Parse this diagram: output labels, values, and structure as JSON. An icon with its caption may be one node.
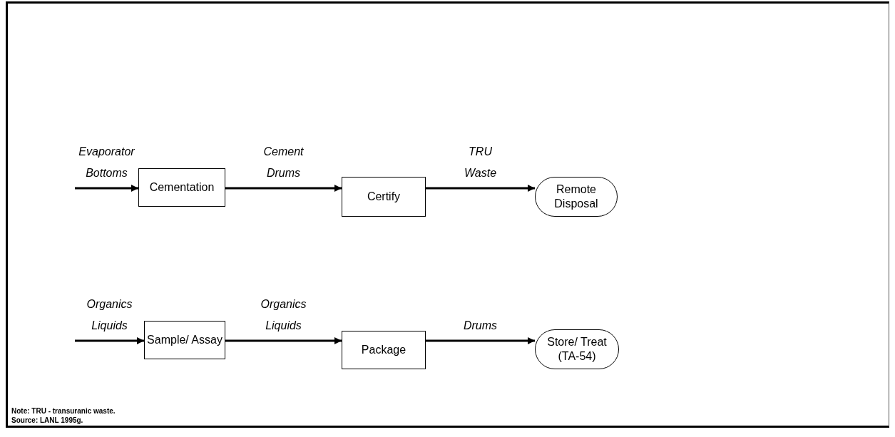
{
  "diagram": {
    "nodes": [
      {
        "text": [
          "Cementation"
        ]
      },
      {
        "text": [
          "Certify"
        ]
      },
      {
        "text": [
          "Remote Disposal"
        ]
      },
      {
        "text": [
          "Sample/ Assay"
        ]
      },
      {
        "text": [
          "Package"
        ]
      },
      {
        "text": [
          "Store/ Treat (TA-54)"
        ]
      }
    ],
    "edges": [
      {
        "from": null,
        "to": 0,
        "arrow": "to",
        "label": "Evaporator Bottoms"
      },
      {
        "from": 0,
        "to": 1,
        "arrow": "to",
        "label": "Cement Drums"
      },
      {
        "from": 1,
        "to": 2,
        "arrow": "to",
        "label": "TRU Waste"
      },
      {
        "from": null,
        "to": 3,
        "arrow": "to",
        "label": "Organics Liquids"
      },
      {
        "from": 3,
        "to": 4,
        "arrow": "to",
        "label": "Organics Liquids"
      },
      {
        "from": 4,
        "to": 5,
        "arrow": "to",
        "label": "Drums"
      }
    ],
    "labels": [
      "Note: TRU - transuranic waste.",
      "Source: LANL 1995g."
    ]
  }
}
